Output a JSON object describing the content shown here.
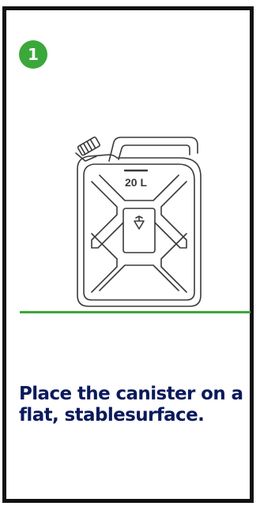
{
  "step": {
    "number": "1",
    "badge_color": "#3aa83a"
  },
  "illustration": {
    "icon": "jerry-can-icon",
    "volume_label": "20 L",
    "surface_color": "#3aa83a"
  },
  "instruction": {
    "text": "Place the canister on a flat, stablesurface.",
    "color": "#0a1a5c"
  }
}
